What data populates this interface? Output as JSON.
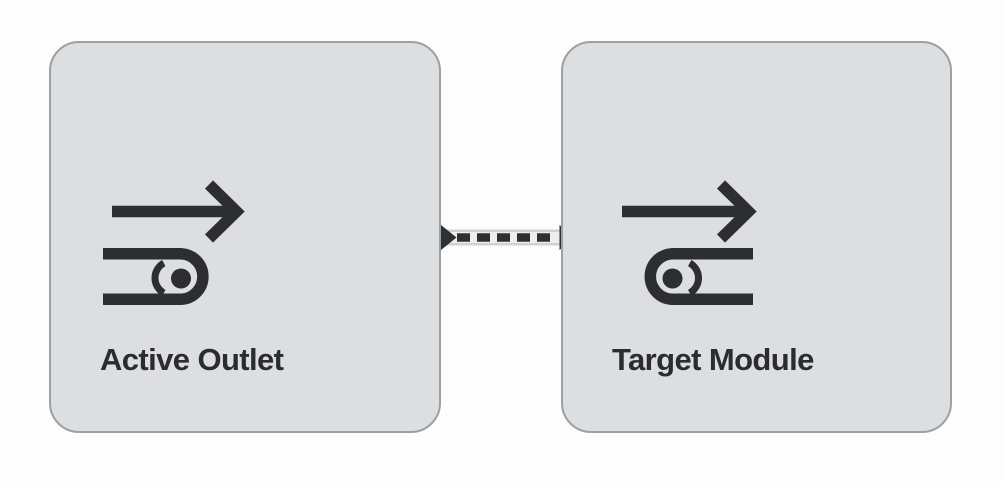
{
  "diagram": {
    "nodes": [
      {
        "label": "Active Outlet",
        "icon": "arrow-exit-loop-icon"
      },
      {
        "label": "Target Module",
        "icon": "arrow-enter-loop-icon"
      }
    ],
    "connector": {
      "type": "dashed-arrow",
      "direction": "left-to-right",
      "from": "Active Outlet",
      "to": "Target Module"
    },
    "colors": {
      "background": "#fdfdfd",
      "node_fill": "#dcdee0",
      "node_border": "#9ba0a5",
      "icon": "#2d2e30",
      "label": "#2b2c2e",
      "connector_dark": "#2f3032",
      "connector_casing": "#cfd1d3",
      "connector_inner": "#edeeef"
    }
  }
}
